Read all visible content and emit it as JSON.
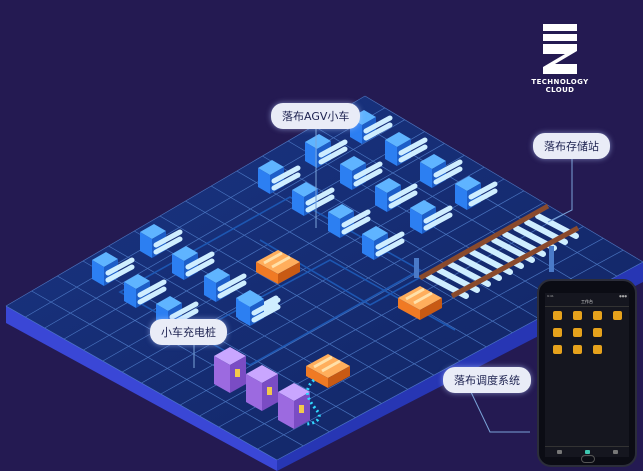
{
  "labels": {
    "agv": "落布AGV小车",
    "storage": "落布存储站",
    "charging": "小车充电桩",
    "dispatch": "落布调度系统"
  },
  "logo": {
    "line1": "TECHNOLOGY",
    "line2": "CLOUD"
  },
  "phone": {
    "status_left": "9:41",
    "status_right": "●●●",
    "screen_title": "工作台",
    "apps": [
      {
        "label": "",
        "icon": "task-icon"
      },
      {
        "label": "",
        "icon": "ticket-icon"
      },
      {
        "label": "",
        "icon": "cart-icon"
      },
      {
        "label": "",
        "icon": "report-icon"
      },
      {
        "label": "",
        "icon": "doc-icon"
      },
      {
        "label": "",
        "icon": "upload-icon"
      },
      {
        "label": "",
        "icon": "data-icon"
      },
      {
        "label": "",
        "icon": "blank"
      },
      {
        "label": "",
        "icon": "list-icon"
      },
      {
        "label": "",
        "icon": "calendar-icon"
      },
      {
        "label": "",
        "icon": "share-icon"
      },
      {
        "label": "",
        "icon": "blank"
      }
    ]
  },
  "colors": {
    "background": "#241a52",
    "floor_grid": "#5a8bd8",
    "floor_fill": "#162b6e",
    "floor_edge": "#3146c8",
    "rack_blue": "#2c7ff2",
    "fabric_roll": "#cfeeff",
    "agv_orange": "#f07a24",
    "charger_purple": "#9c6ae0",
    "storage_rail": "#8a4a2c",
    "route_line": "#1e5bb8",
    "cable_cyan": "#31d8ff",
    "app_icon_gold": "#e6a21c"
  }
}
